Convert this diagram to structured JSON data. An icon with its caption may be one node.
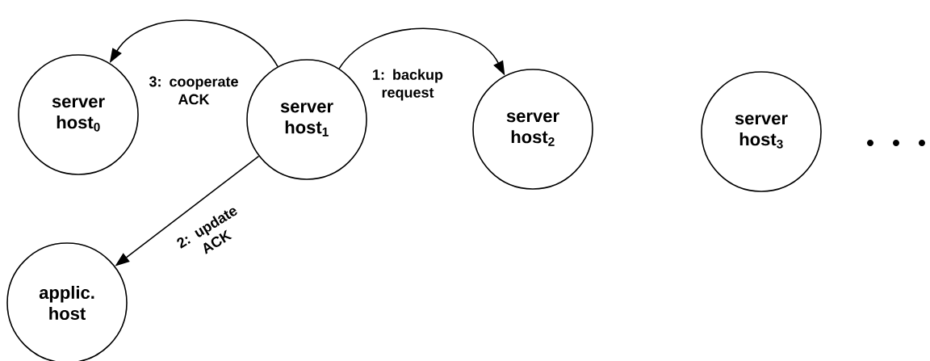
{
  "diagram": {
    "nodes": [
      {
        "text": [
          "server host$_{0}$"
        ]
      },
      {
        "text": [
          "server host$_{1}$"
        ]
      },
      {
        "text": [
          "server host$_{2}$"
        ]
      },
      {
        "text": [
          "server host$_{3}$"
        ]
      },
      {
        "text": [
          "applic. host"
        ]
      }
    ],
    "edges": [
      {
        "from": 1,
        "to": 2,
        "arrow": "to",
        "label": "1: backup request"
      },
      {
        "from": 1,
        "to": 4,
        "arrow": "to",
        "label": "2: update ACK"
      },
      {
        "from": 1,
        "to": 0,
        "arrow": "to",
        "label": "3: cooperate ACK"
      }
    ]
  }
}
